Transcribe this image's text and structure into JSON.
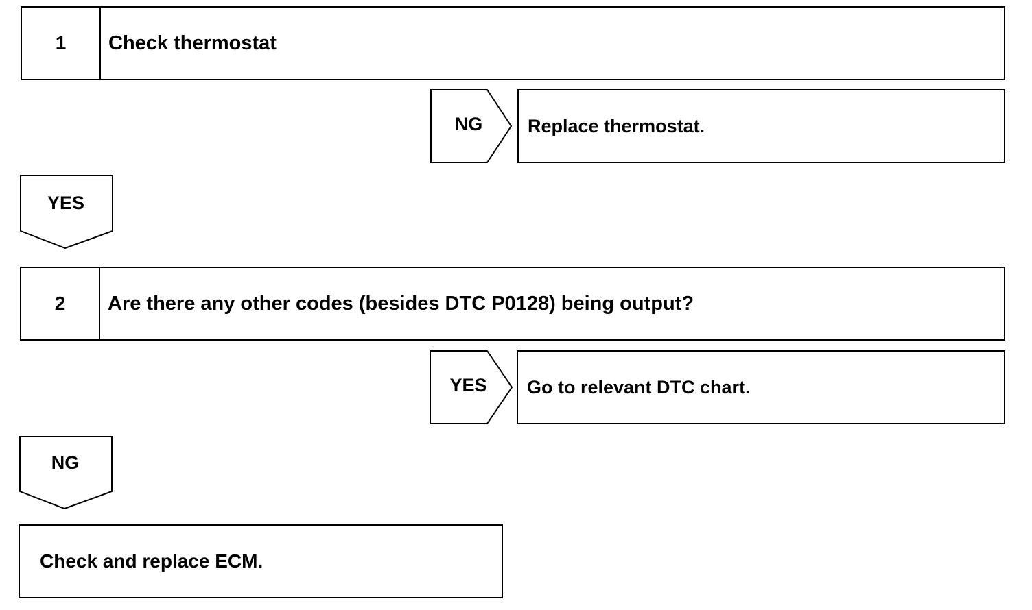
{
  "steps": [
    {
      "number": "1",
      "text": "Check thermostat"
    },
    {
      "number": "2",
      "text": "Are there any other codes (besides DTC P0128) being output?"
    }
  ],
  "branches": {
    "step1_side": {
      "label": "NG",
      "result": "Replace thermostat."
    },
    "step1_down": {
      "label": "YES"
    },
    "step2_side": {
      "label": "YES",
      "result": "Go to relevant DTC chart."
    },
    "step2_down": {
      "label": "NG"
    }
  },
  "final": {
    "text": "Check and replace ECM."
  }
}
